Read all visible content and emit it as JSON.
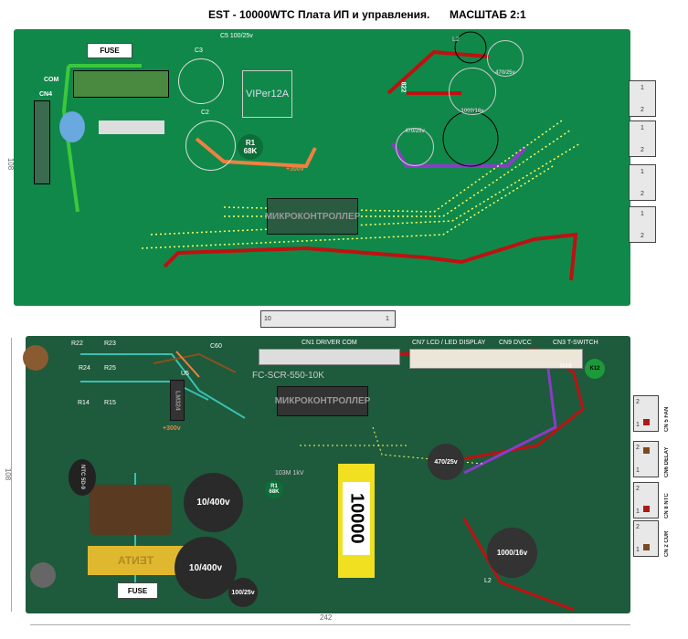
{
  "header": {
    "title": "EST - 10000WTC Плата ИП и управления.",
    "scale": "МАСШТАБ 2:1"
  },
  "dimensions": {
    "height_top": "108",
    "height_bottom": "108",
    "width": "242"
  },
  "top_board": {
    "fuse": "FUSE",
    "com": "COM",
    "cn4": "CN4",
    "c3": "C3",
    "c2": "C2",
    "c5": "C5 100/25v",
    "ic": "VIPer12A",
    "r1": "R1",
    "r1_value": "68K",
    "hv": "+300v",
    "mcu": "МИКРОКОНТРОЛЛЕР",
    "l2": "L2",
    "diode": "822",
    "cap1": "470/25v",
    "cap2": "1000/16v",
    "cap3": "470/25v",
    "connectors": [
      {
        "pin1": "1",
        "pin2": "2"
      },
      {
        "pin1": "1",
        "pin2": "2"
      },
      {
        "pin1": "1",
        "pin2": "2"
      },
      {
        "pin1": "1",
        "pin2": "2"
      }
    ],
    "strip": {
      "left": "10",
      "right": "1"
    }
  },
  "bottom_board": {
    "resistors": [
      "R22",
      "R23",
      "R24",
      "R25",
      "R14",
      "R15"
    ],
    "u5": "U5",
    "opamp": "LM324",
    "c60": "C60",
    "cn1": "CN1  DRIVER COM",
    "cn7": "CN7  LCD / LED DISPLAY",
    "cn9": "CN9  DVCC",
    "cn3": "CN3  T-SWITCH",
    "scr": "FC-SCR-550-10K",
    "mcu": "МИКРОКОНТРОЛЛЕР",
    "ntc": "NTC 5D-9",
    "filter": "TENTA",
    "cap_hv1": "10/400v",
    "cap_hv2": "10/400v",
    "cap_small": "100/25v",
    "fuse": "FUSE",
    "transformer": "10000",
    "cap_x": "103M 1kV",
    "r1": "R1",
    "r1_value": "68K",
    "hv": "+300v",
    "cap_470": "470/25v",
    "cap_1000": "1000/16v",
    "r46": "R46",
    "r46_value": "K12",
    "l2": "L2",
    "side_connectors": [
      {
        "label": "CN 5 FAN",
        "pin1": "1",
        "pin2": "2",
        "color": "#b01818"
      },
      {
        "label": "CN6 DELAY",
        "pin1": "1",
        "pin2": "2",
        "color": "#ffffff"
      },
      {
        "label": "CN 8 NTC",
        "pin1": "1",
        "pin2": "2",
        "color": "#b01818"
      },
      {
        "label": "CN 2 CUR",
        "pin1": "1",
        "pin2": "2",
        "color": "#7a4a20"
      }
    ]
  }
}
